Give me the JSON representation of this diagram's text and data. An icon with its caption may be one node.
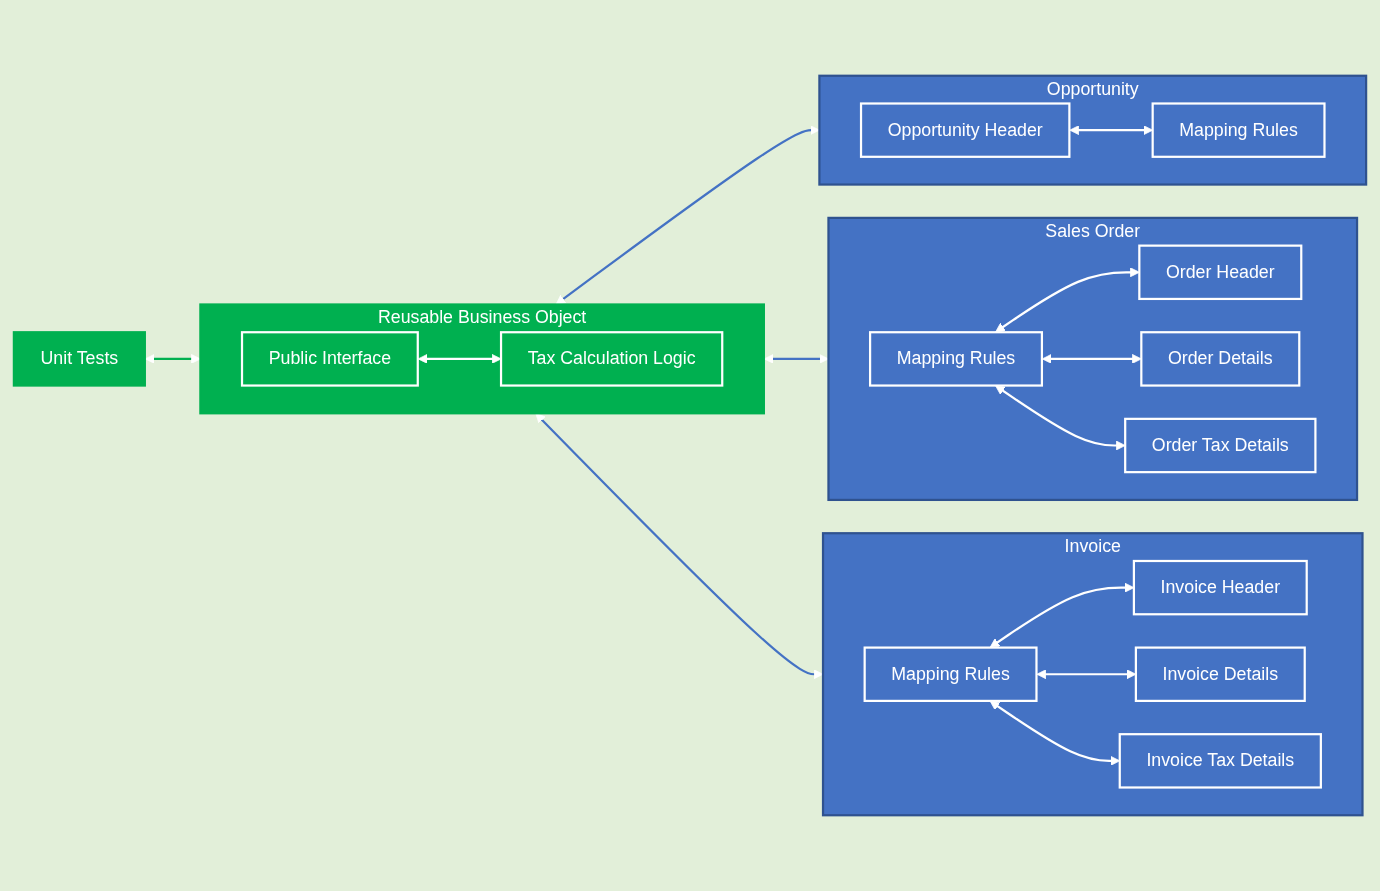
{
  "diagram": {
    "nodes": [
      {
        "text": [
          "Opportunity"
        ]
      },
      {
        "text": [
          "Opportunity Header"
        ],
        "in": 0
      },
      {
        "text": [
          "Mapping Rules"
        ],
        "in": 0
      },
      {
        "text": [
          "Sales Order"
        ]
      },
      {
        "text": [
          "Order Header"
        ],
        "in": 3
      },
      {
        "text": [
          "Order Details"
        ],
        "in": 3
      },
      {
        "text": [
          "Order Tax Details"
        ],
        "in": 3
      },
      {
        "text": [
          "Mapping Rules"
        ],
        "in": 3
      },
      {
        "text": [
          "Invoice"
        ]
      },
      {
        "text": [
          "Invoice Header"
        ],
        "in": 8
      },
      {
        "text": [
          "Invoice Details"
        ],
        "in": 8
      },
      {
        "text": [
          "Invoice Tax Details"
        ],
        "in": 8
      },
      {
        "text": [
          "Mapping Rules"
        ],
        "in": 8
      },
      {
        "text": [
          "Unit Tests"
        ]
      },
      {
        "text": [
          "Reusable Business Object"
        ]
      },
      {
        "text": [
          "Public Interface"
        ],
        "in": 14
      },
      {
        "text": [
          "Tax Calculation Logic"
        ],
        "in": 14
      }
    ],
    "edges": [
      {
        "from": 1,
        "to": 2,
        "arrow": "both"
      },
      {
        "from": 7,
        "to": 4,
        "arrow": "both"
      },
      {
        "from": 7,
        "to": 5,
        "arrow": "both"
      },
      {
        "from": 7,
        "to": 6,
        "arrow": "both"
      },
      {
        "from": 12,
        "to": 9,
        "arrow": "both"
      },
      {
        "from": 12,
        "to": 10,
        "arrow": "both"
      },
      {
        "from": 12,
        "to": 11,
        "arrow": "both"
      },
      {
        "from": 14,
        "to": 0,
        "arrow": "both",
        "color": "#4472c4"
      },
      {
        "from": 14,
        "to": 3,
        "arrow": "both",
        "color": "#4472c4"
      },
      {
        "from": 14,
        "to": 8,
        "arrow": "both",
        "color": "#4472c4"
      },
      {
        "from": 13,
        "to": 14,
        "arrow": "both",
        "color": "#00b050"
      },
      {
        "from": 15,
        "to": 16,
        "arrow": "both"
      }
    ]
  }
}
